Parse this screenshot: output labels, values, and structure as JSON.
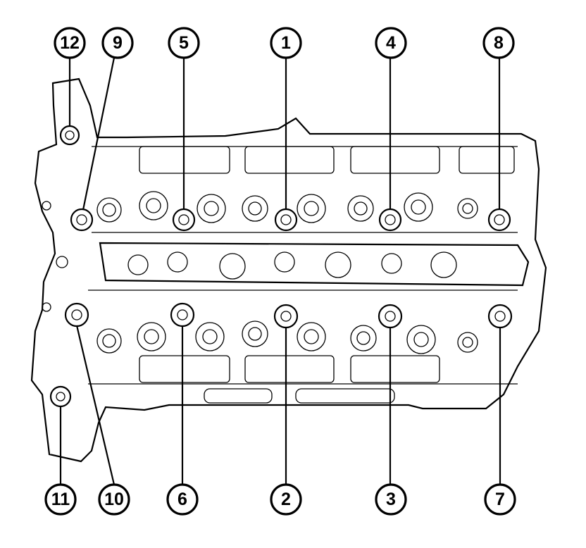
{
  "callouts": {
    "top": [
      "12",
      "9",
      "5",
      "1",
      "4",
      "8"
    ],
    "bottom": [
      "11",
      "10",
      "6",
      "2",
      "3",
      "7"
    ]
  },
  "colors": {
    "ink": "#000000",
    "paper": "#ffffff"
  },
  "icons": {
    "bolt": "bolt-icon",
    "valve_spring": "valve-spring-icon"
  }
}
